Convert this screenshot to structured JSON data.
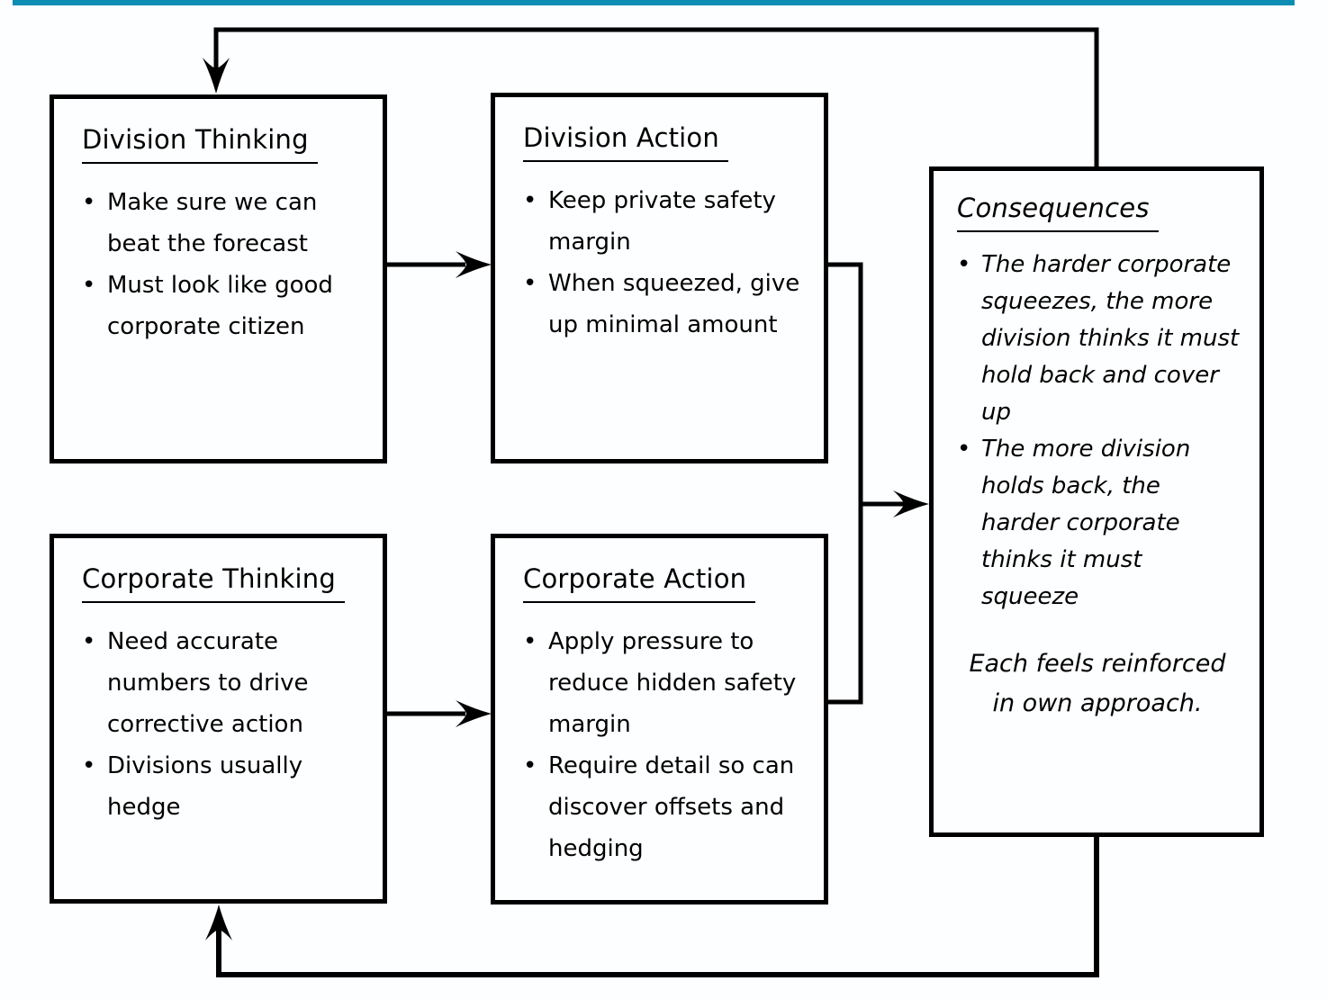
{
  "page": {
    "accent_color": "#0d8cb4",
    "line_color": "#000000",
    "bullet_glyph": "•"
  },
  "boxes": {
    "division_thinking": {
      "title": "Division Thinking",
      "bullets": [
        "Make sure we can beat the forecast",
        "Must look like good corporate citizen"
      ]
    },
    "division_action": {
      "title": "Division Action",
      "bullets": [
        "Keep private safety margin",
        "When squeezed, give up minimal amount"
      ]
    },
    "corporate_thinking": {
      "title": "Corporate Thinking",
      "bullets": [
        "Need accurate numbers to drive corrective action",
        "Divisions usually hedge"
      ]
    },
    "corporate_action": {
      "title": "Corporate Action",
      "bullets": [
        "Apply pressure to reduce hidden safety margin",
        "Require detail so can discover offsets and hedging"
      ]
    },
    "consequences": {
      "title": "Consequences",
      "bullets": [
        "The harder corporate squeezes, the more division thinks it must hold back and cover up",
        "The more division holds back, the harder corporate thinks it must squeeze"
      ],
      "note": "Each feels reinforced in own approach."
    }
  }
}
